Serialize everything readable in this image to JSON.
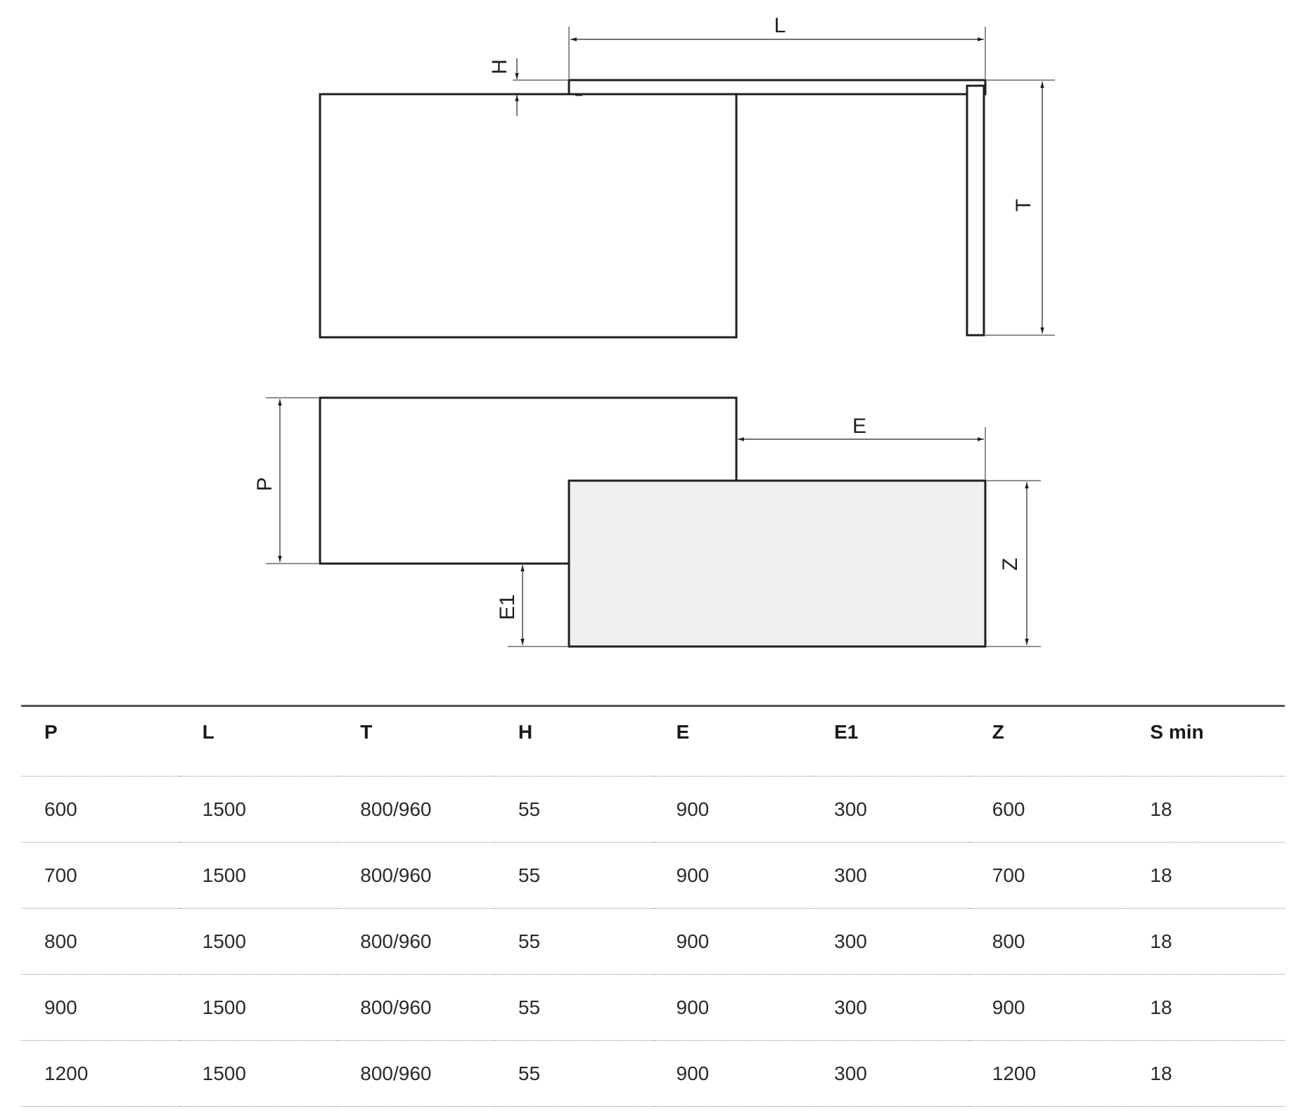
{
  "diagram": {
    "labels": {
      "L": "L",
      "H": "H",
      "T": "T",
      "P": "P",
      "E": "E",
      "E1": "E1",
      "Z": "Z"
    },
    "colors": {
      "line": "#1f1f1f",
      "fill_extension": "#f0f0f0"
    }
  },
  "table": {
    "headers": [
      "P",
      "L",
      "T",
      "H",
      "E",
      "E1",
      "Z",
      "S min"
    ],
    "rows": [
      [
        "600",
        "1500",
        "800/960",
        "55",
        "900",
        "300",
        "600",
        "18"
      ],
      [
        "700",
        "1500",
        "800/960",
        "55",
        "900",
        "300",
        "700",
        "18"
      ],
      [
        "800",
        "1500",
        "800/960",
        "55",
        "900",
        "300",
        "800",
        "18"
      ],
      [
        "900",
        "1500",
        "800/960",
        "55",
        "900",
        "300",
        "900",
        "18"
      ],
      [
        "1200",
        "1500",
        "800/960",
        "55",
        "900",
        "300",
        "1200",
        "18"
      ]
    ]
  }
}
